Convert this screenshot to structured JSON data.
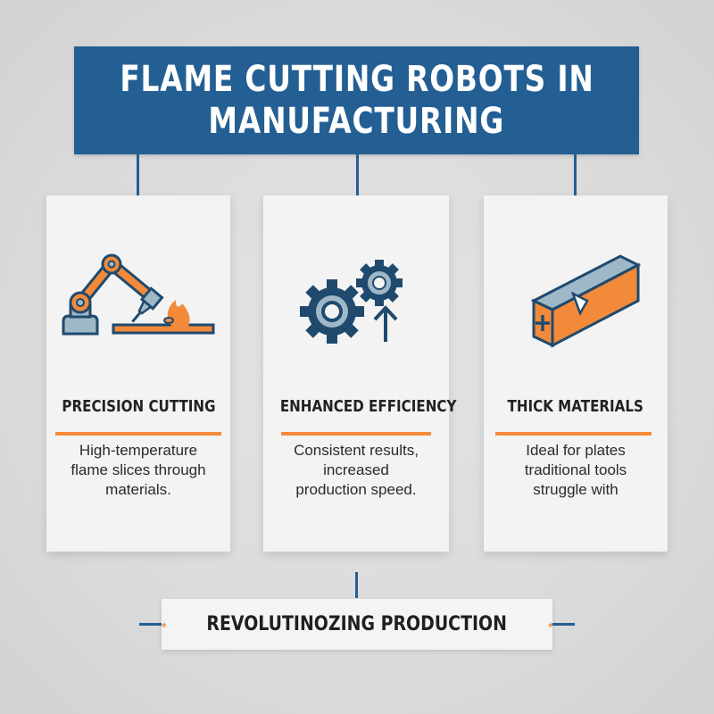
{
  "title": {
    "line1": "FLAME CUTTING ROBOTS IN",
    "line2": "MANUFACTURING"
  },
  "colors": {
    "primary_blue": "#245f94",
    "accent_orange": "#f28a3a",
    "icon_navy": "#1f4a6e",
    "icon_lightblue": "#9fb8c8",
    "background": "#dcdcdc",
    "card": "#f3f3f3"
  },
  "cards": [
    {
      "icon": "robot-arm-flame-icon",
      "heading": "PRECISION CUTTING",
      "description_lines": [
        "High-temperature",
        "flame slices through",
        "materials."
      ]
    },
    {
      "icon": "gears-arrow-up-icon",
      "heading": "ENHANCED EFFICIENCY",
      "description_lines": [
        "Consistent results,",
        "increased",
        "production speed."
      ]
    },
    {
      "icon": "thick-metal-block-icon",
      "heading": "THICK MATERIALS",
      "description_lines": [
        "Ideal for plates",
        "traditional tools",
        "struggle with"
      ]
    }
  ],
  "footer": {
    "label": "REVOLUTINOZING PRODUCTION",
    "left_icon": "flame-icon",
    "right_icon": "flame-icon"
  }
}
